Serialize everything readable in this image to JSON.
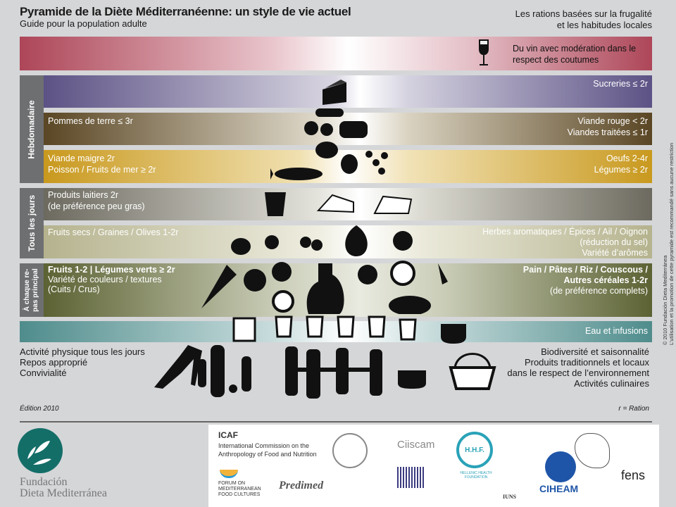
{
  "header": {
    "title": "Pyramide de la Diète Méditerranéenne: un style de vie actuel",
    "subtitle": "Guide pour la population adulte",
    "tagline_1": "Les rations basées sur la frugalité",
    "tagline_2": "et les habitudes locales"
  },
  "wine": {
    "line1": "Du vin avec modération dans le",
    "line2": "respect des coutumes"
  },
  "groups": {
    "weekly": "Hebdomadaire",
    "daily": "Tous les jours",
    "meal_1": "À chaque re-",
    "meal_2": "pas principal"
  },
  "bands": {
    "sweets": {
      "right": "Sucreries ≤ 2r"
    },
    "meat": {
      "left": "Pommes de terre ≤ 3r",
      "right1": "Viande rouge < 2r",
      "right2": "Viandes traitées ≤ 1r"
    },
    "protein": {
      "left1": "Viande maigre 2r",
      "left2": "Poisson / Fruits de mer ≥ 2r",
      "right1": "Oeufs  2-4r",
      "right2": "Légumes ≥ 2r"
    },
    "dairy": {
      "left1": "Produits laitiers 2r",
      "left2": "(de préférence peu gras)"
    },
    "nuts": {
      "left": "Fruits secs / Graines / Olives 1-2r",
      "right1": "Herbes aromatiques  / Épices / Ail / Oignon",
      "right2": "(réduction du sel)",
      "right3": "Variété d’arômes"
    },
    "meal": {
      "left1": "Fruits 1-2 | Légumes verts ≥ 2r",
      "left2": "Variété de couleurs / textures",
      "left3": "(Cuits / Crus)",
      "right1": "Pain / Pâtes / Riz / Couscous /",
      "right2": "Autres céréales 1-2r",
      "right3": "(de préférence complets)"
    },
    "water": {
      "right": "Eau et infusions"
    }
  },
  "lifestyle": {
    "left": [
      "Activité physique tous les jours",
      "Repos approprié",
      "Convivialité"
    ],
    "right": [
      "Biodiversité et saisonnalité",
      "Produits traditionnels et locaux",
      "dans le respect de l’environnement",
      "Activités culinaires"
    ]
  },
  "footer": {
    "edition": "Édition 2010",
    "ration": "r = Ration",
    "copyright_1": "© 2010 Fundación Dieta Mediterránea",
    "copyright_2": "L’utilisation et la promotion de cette pyramide est recommandé sans aucune restriction"
  },
  "logos": {
    "fdm_1": "Fundación",
    "fdm_2": "Dieta Mediterránea",
    "icaf": "ICAF",
    "icaf_1": "International Commission on the",
    "icaf_2": "Anthropology of Food and Nutrition",
    "forum": "FORUM ON MEDITERRANEAN FOOD CULTURES",
    "predimed": "Predimed",
    "ciiscam": "Ciiscam",
    "hhf": "H.H.F.",
    "hhf_name": "HELLENIC HEALTH FOUNDATION",
    "iuns": "IUNS",
    "ciheam": "CIHEAM",
    "fens": "fens"
  },
  "colors": {
    "wine": "#b04a5c",
    "sweets": "#5c5285",
    "meat": "#5a4624",
    "protein": "#c9991e",
    "dairy": "#6c6a5f",
    "nuts": "#b5b38e",
    "meal": "#5c6233",
    "water": "#4f8c8c",
    "brand": "#136e68"
  }
}
